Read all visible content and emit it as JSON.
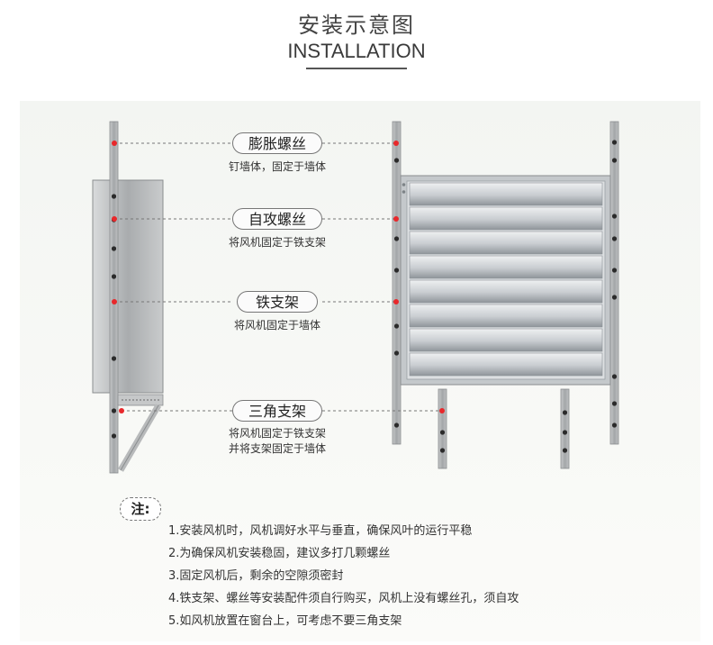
{
  "header": {
    "title": "安装示意图",
    "subtitle": "INSTALLATION"
  },
  "callouts": [
    {
      "label": "膨胀螺丝",
      "desc": [
        "钉墙体，固定于墙体"
      ]
    },
    {
      "label": "自攻螺丝",
      "desc": [
        "将风机固定于铁支架"
      ]
    },
    {
      "label": "铁支架",
      "desc": [
        "将风机固定于墙体"
      ]
    },
    {
      "label": "三角支架",
      "desc": [
        "将风机固定于铁支架",
        "并将支架固定于墙体"
      ]
    }
  ],
  "notes": {
    "tag": "注:",
    "items": [
      "1.安装风机时，风机调好水平与垂直，确保风叶的运行平稳",
      "2.为确保风机安装稳固，建议多打几颗螺丝",
      "3.固定风机后，剩余的空隙须密封",
      "4.铁支架、螺丝等安装配件须自行购买，风机上没有螺丝孔，须自攻",
      "5.如风机放置在窗台上，可考虑不要三角支架"
    ]
  },
  "colors": {
    "marker": "#e8282b",
    "leader": "#777777",
    "bracket": "#9fa0a0",
    "fan_frame": "#bfc3c6"
  }
}
